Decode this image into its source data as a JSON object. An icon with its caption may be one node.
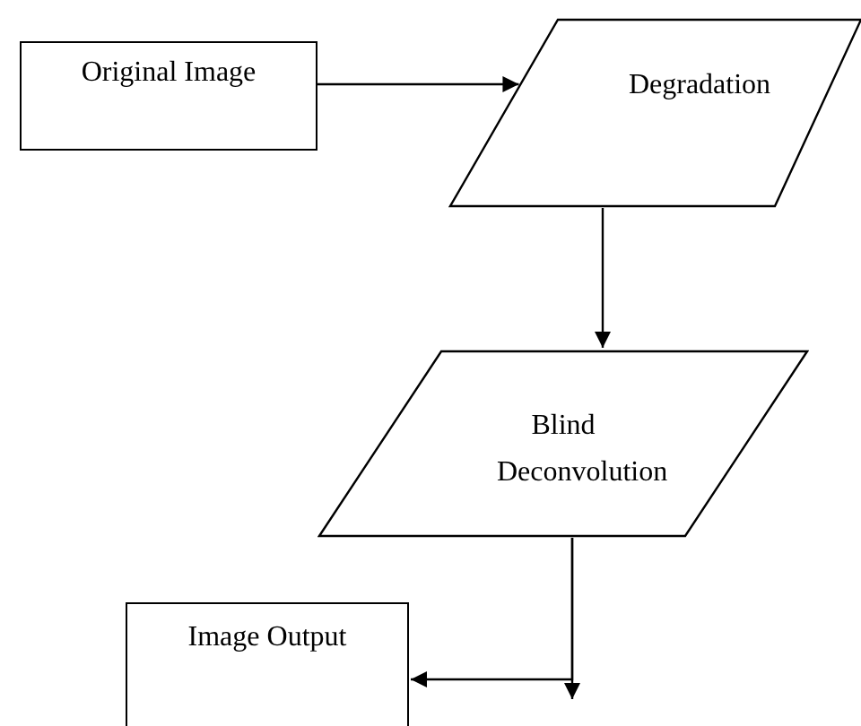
{
  "diagram": {
    "nodes": [
      {
        "text": [
          "Original Image"
        ]
      },
      {
        "text": [
          "Degradation"
        ]
      },
      {
        "text": [
          "Blind Deconvolution"
        ]
      },
      {
        "text": [
          "Image Output"
        ]
      }
    ],
    "edges": [
      {
        "from": 0,
        "to": 1,
        "arrow": "to"
      },
      {
        "from": 1,
        "to": 2,
        "arrow": "to"
      },
      {
        "from": 2,
        "to": null,
        "arrow": "to"
      },
      {
        "from": 2,
        "to": 3,
        "arrow": "to"
      }
    ]
  }
}
